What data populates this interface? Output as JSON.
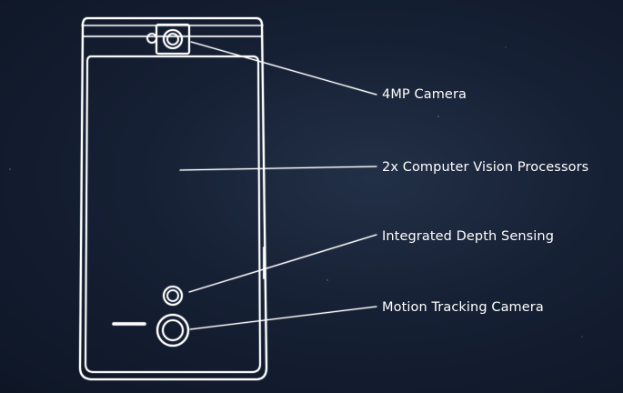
{
  "callouts": [
    {
      "key": "camera_4mp",
      "text": "4MP Camera"
    },
    {
      "key": "cv_processors",
      "text": "2x Computer Vision Processors"
    },
    {
      "key": "depth_sensing",
      "text": "Integrated Depth Sensing"
    },
    {
      "key": "motion_tracking",
      "text": "Motion Tracking Camera"
    }
  ],
  "colors": {
    "background": "#162034",
    "line": "#ffffff"
  }
}
